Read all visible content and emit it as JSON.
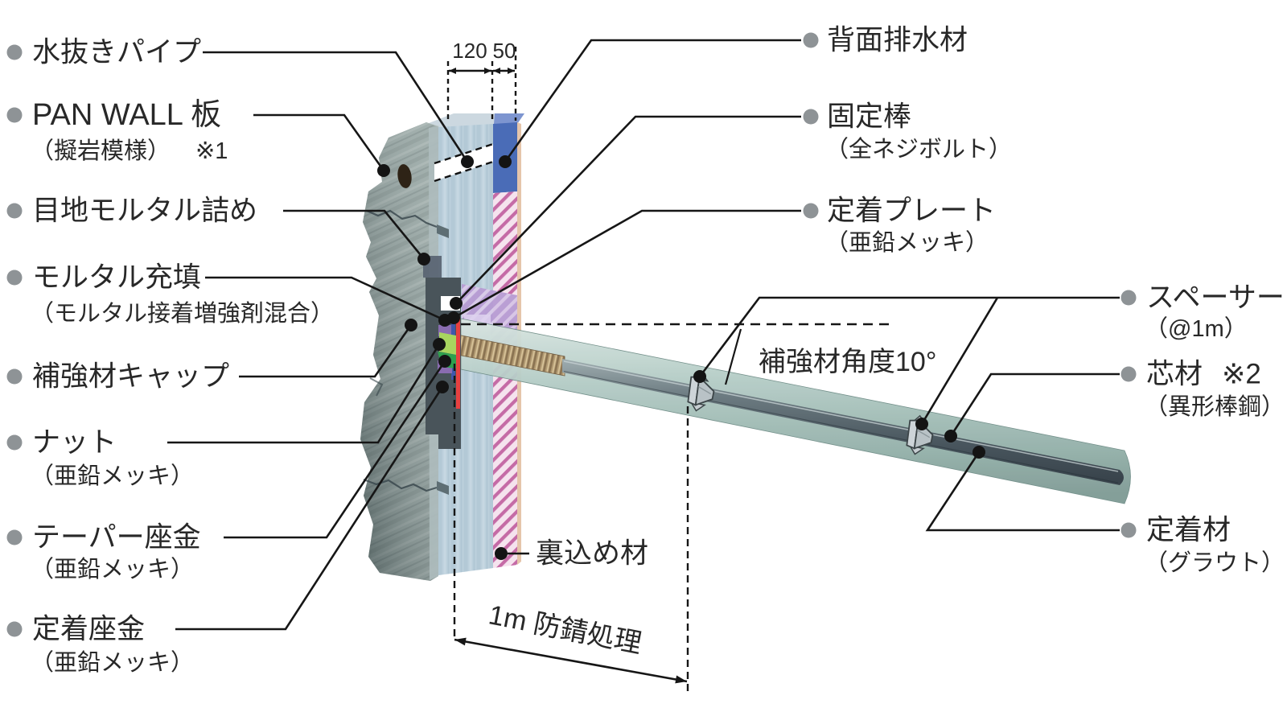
{
  "diagram": {
    "left_labels": [
      {
        "label": "水抜きパイプ",
        "sub": "",
        "note": ""
      },
      {
        "label": "PAN WALL 板",
        "sub": "（擬岩模様）",
        "note": "※1"
      },
      {
        "label": "目地モルタル詰め",
        "sub": "",
        "note": ""
      },
      {
        "label": "モルタル充填",
        "sub": "（モルタル接着増強剤混合）",
        "note": ""
      },
      {
        "label": "補強材キャップ",
        "sub": "",
        "note": ""
      },
      {
        "label": "ナット",
        "sub": "（亜鉛メッキ）",
        "note": ""
      },
      {
        "label": "テーパー座金",
        "sub": "（亜鉛メッキ）",
        "note": ""
      },
      {
        "label": "定着座金",
        "sub": "（亜鉛メッキ）",
        "note": ""
      }
    ],
    "right_labels": [
      {
        "label": "背面排水材",
        "sub": "",
        "note": ""
      },
      {
        "label": "固定棒",
        "sub": "（全ネジボルト）",
        "note": ""
      },
      {
        "label": "定着プレート",
        "sub": "（亜鉛メッキ）",
        "note": ""
      },
      {
        "label": "スペーサー",
        "sub": "（@1m）",
        "note": ""
      },
      {
        "label": "芯材",
        "sub": "（異形棒鋼）",
        "note": "※2"
      },
      {
        "label": "定着材",
        "sub": "（グラウト）",
        "note": ""
      }
    ],
    "annotations": {
      "angle": "補強材角度10°",
      "backfill": "裏込め材",
      "rust": "1m 防錆処理",
      "dim_panel": "120",
      "dim_drain": "50"
    },
    "colors": {
      "drainage_blue": "#4a6cb7",
      "drainage_blue_top": "#7d95d0",
      "backfill_pink_stripe": "#c56ba6",
      "plate_red": "#e84040",
      "plate_blue": "#3f57ab",
      "cap_green_light": "#a8d55f",
      "cap_green_dark": "#2ea04e",
      "washer_purple": "#8a6cb0",
      "grout_teal": "#a9c6bf",
      "rod_gray": "#5a676e",
      "leader_black": "#161616",
      "bullet_gray": "#8e9396"
    }
  }
}
